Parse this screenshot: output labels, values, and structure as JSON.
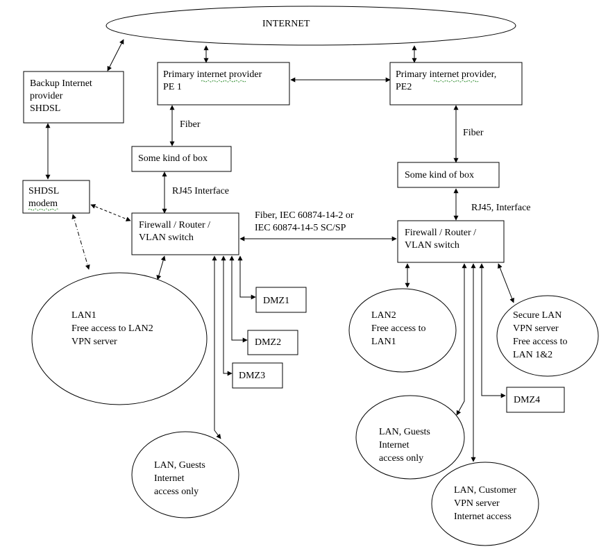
{
  "internet": {
    "label": "INTERNET"
  },
  "nodes": {
    "backup_provider": {
      "lines": [
        "Backup Internet",
        "provider",
        "SHDSL"
      ]
    },
    "pe1": {
      "lines": [
        "Primary internet provider",
        "PE 1"
      ]
    },
    "pe2": {
      "lines": [
        "Primary internet provider,",
        "PE2"
      ]
    },
    "box1": {
      "lines": [
        "Some kind of box"
      ]
    },
    "box2": {
      "lines": [
        "Some kind of box"
      ]
    },
    "shdsl_modem": {
      "lines": [
        "SHDSL",
        "modem"
      ]
    },
    "firewall1": {
      "lines": [
        "Firewall / Router /",
        "VLAN switch"
      ]
    },
    "firewall2": {
      "lines": [
        "Firewall / Router /",
        "VLAN switch"
      ]
    },
    "dmz1": {
      "lines": [
        "DMZ1"
      ]
    },
    "dmz2": {
      "lines": [
        "DMZ2"
      ]
    },
    "dmz3": {
      "lines": [
        "DMZ3"
      ]
    },
    "dmz4": {
      "lines": [
        "DMZ4"
      ]
    },
    "lan1": {
      "lines": [
        "LAN1",
        "Free access to LAN2",
        "VPN server"
      ]
    },
    "lan_guests1": {
      "lines": [
        "LAN, Guests",
        "Internet",
        "access only"
      ]
    },
    "lan2": {
      "lines": [
        "LAN2",
        "Free access to",
        "LAN1"
      ]
    },
    "secure_lan": {
      "lines": [
        "Secure LAN",
        "VPN server",
        "Free access to",
        "LAN 1&2"
      ]
    },
    "lan_guests2": {
      "lines": [
        "LAN, Guests",
        "Internet",
        "access only"
      ]
    },
    "lan_customer": {
      "lines": [
        "LAN, Customer",
        "VPN server",
        "Internet access"
      ]
    }
  },
  "edge_labels": {
    "fiber1": {
      "lines": [
        "Fiber"
      ]
    },
    "fiber2": {
      "lines": [
        "Fiber"
      ]
    },
    "rj45_1": {
      "lines": [
        "RJ45 Interface"
      ]
    },
    "rj45_2": {
      "lines": [
        "RJ45, Interface"
      ]
    },
    "fiber_iec": {
      "lines": [
        "Fiber, IEC 60874-14-2 or",
        "IEC 60874-14-5 SC/SP"
      ]
    }
  }
}
